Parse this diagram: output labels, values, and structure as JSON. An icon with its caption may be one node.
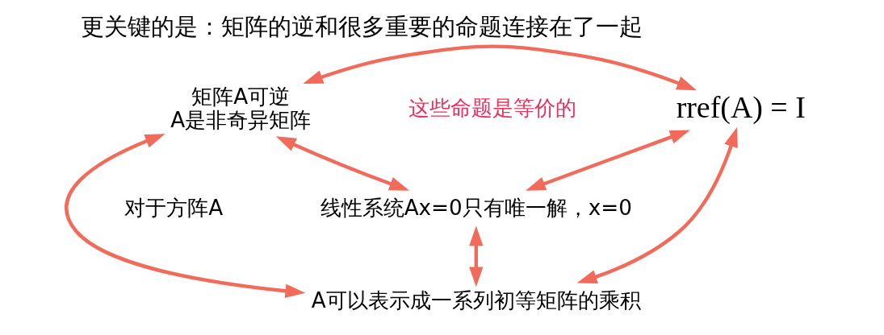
{
  "diagram": {
    "title": "更关键的是：矩阵的逆和很多重要的命题连接在了一起",
    "nodes": [
      {
        "text": [
          "矩阵A可逆",
          "A是非奇异矩阵"
        ]
      },
      {
        "text": [
          "线性系统Ax=0只有唯一解，x=0"
        ]
      },
      {
        "text": [
          "rref(A) = I"
        ]
      },
      {
        "text": [
          "A可以表示成一系列初等矩阵的乘积"
        ]
      }
    ],
    "edges": [
      {
        "from": 0,
        "to": 1,
        "arrow": "both"
      },
      {
        "from": 1,
        "to": 2,
        "arrow": "both"
      },
      {
        "from": 0,
        "to": 2,
        "arrow": "both"
      },
      {
        "from": 1,
        "to": 3,
        "arrow": "both"
      },
      {
        "from": 0,
        "to": 3,
        "arrow": "both"
      },
      {
        "from": 2,
        "to": 3,
        "arrow": "both"
      }
    ],
    "labels": [
      "这些命题是等价的",
      "对于方阵A"
    ]
  }
}
